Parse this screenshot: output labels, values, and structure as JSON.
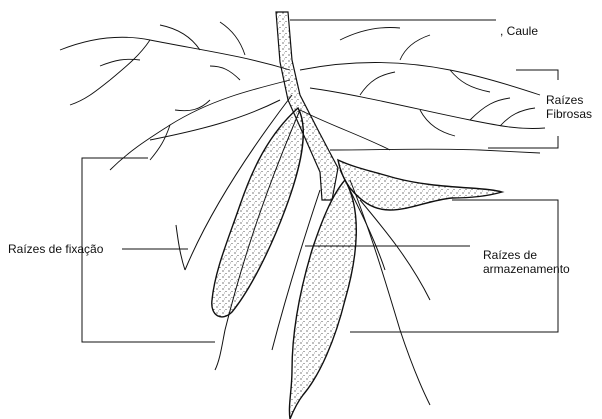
{
  "labels": {
    "caule": ", Caule",
    "raizes_fibrosas": [
      "Raízes",
      "Fibrosas"
    ],
    "raizes_fixacao": "Raízes de fixação",
    "raizes_armazenamento": [
      "Raízes de",
      "armazenamento"
    ]
  },
  "colors": {
    "ink": "#111111",
    "tuber_fill": "#ffffff",
    "background": "#ffffff"
  }
}
